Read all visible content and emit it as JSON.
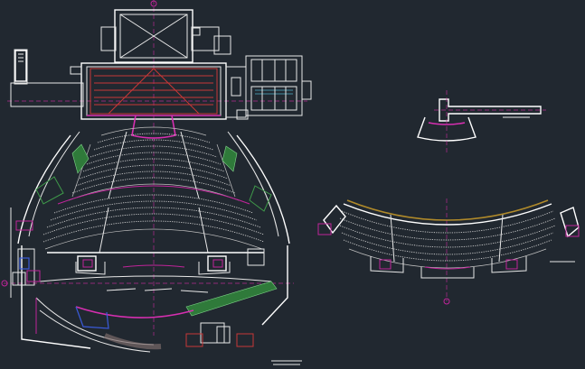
{
  "drawing": {
    "background": "#212830",
    "colors": {
      "walls": "#e8e8e8",
      "axis_magenta": "#c0249a",
      "stage_red": "#c83737",
      "green_fill": "#2f7a3a",
      "blue": "#3a5ad8",
      "cyan": "#4fb0c8",
      "balcony_edge": "#b08a2a"
    }
  },
  "views": {
    "main_plan": {
      "name": "auditorium-ground-floor-plan"
    },
    "key_plan": {
      "name": "auditorium-key-plan"
    },
    "balcony_plan": {
      "name": "auditorium-balcony-plan"
    }
  },
  "icons": [
    "north-arrow-icon",
    "stair-icon",
    "door-swing-icon",
    "section-mark-icon"
  ]
}
